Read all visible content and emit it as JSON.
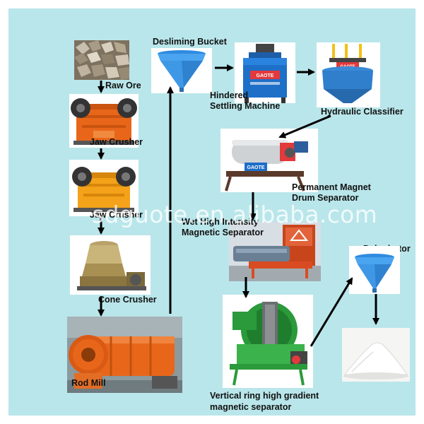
{
  "diagram": {
    "nodes": {
      "raw_ore": "Raw Ore",
      "jaw_crusher_1": "Jaw Crusher",
      "jaw_crusher_2": "Jaw Crusher",
      "cone_crusher": "Cone Crusher",
      "rod_mill": "Rod Mill",
      "desliming_bucket": "Desliming Bucket",
      "hindered_settling_line1": "Hindered",
      "hindered_settling_line2": "Settling Machine",
      "hydraulic_classifier": "Hydraulic Classifier",
      "permanent_magnet_line1": "Permanent Magnet",
      "permanent_magnet_line2": "Drum Separator",
      "wet_high_line1": "Wet High Intensity",
      "wet_high_line2": "Magnetic Separator",
      "vertical_ring_line1": "Vertical ring high gradient",
      "vertical_ring_line2": "magnetic separator",
      "dehydrator": "Dehydrator"
    },
    "machine_brand": "GAOTE",
    "watermark": "sdguote.en.alibaba.com"
  },
  "colors": {
    "background": "#b9e6ea",
    "machine_orange": "#e8661a",
    "machine_blue": "#1e6fc8",
    "machine_green": "#2a9a3a",
    "cone_blue": "#3f98e6",
    "arrow": "#000000"
  }
}
